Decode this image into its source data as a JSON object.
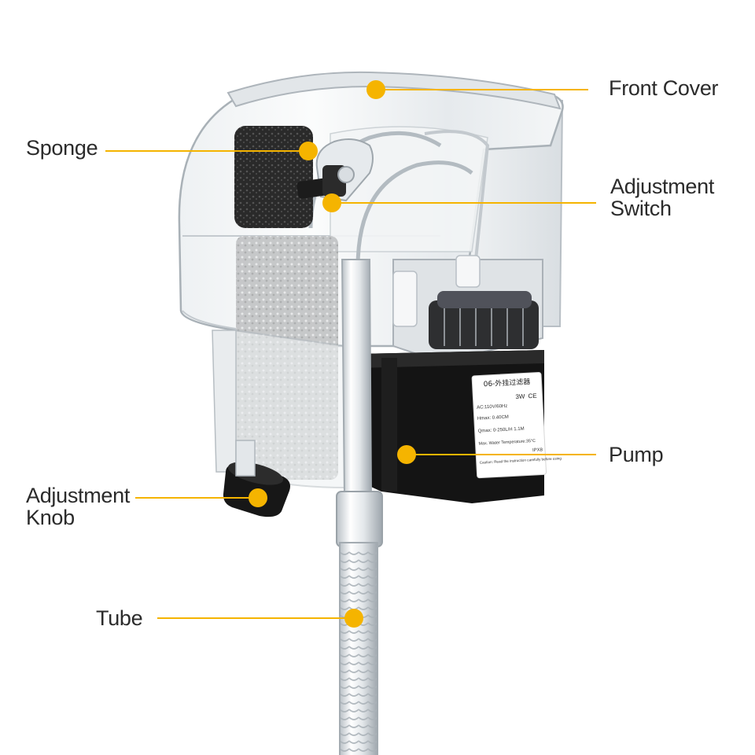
{
  "colors": {
    "accent": "#f5b400",
    "text": "#2b2b2b",
    "leader": "#f5b400"
  },
  "callouts": {
    "front_cover": {
      "text": "Front Cover",
      "icon": "dot-marker"
    },
    "sponge": {
      "text": "Sponge",
      "icon": "dot-marker"
    },
    "adjustment_switch": {
      "line1": "Adjustment",
      "line2": "Switch",
      "icon": "dot-marker"
    },
    "pump": {
      "text": "Pump",
      "icon": "dot-marker"
    },
    "adjustment_knob": {
      "line1": "Adjustment",
      "line2": "Knob",
      "icon": "dot-marker"
    },
    "tube": {
      "text": "Tube",
      "icon": "dot-marker"
    }
  },
  "pump_sticker": {
    "model": "06-外挂过滤器",
    "power": "3W",
    "cert": "CE",
    "lines": [
      "AC:110V/60Hz",
      "Hmax: 0.40CM",
      "Qmax: 0-250L/H 1.1M",
      "Max. Water Temperature:35°C",
      "IPX8",
      "Caution: Read the instruction carefully before using"
    ]
  }
}
